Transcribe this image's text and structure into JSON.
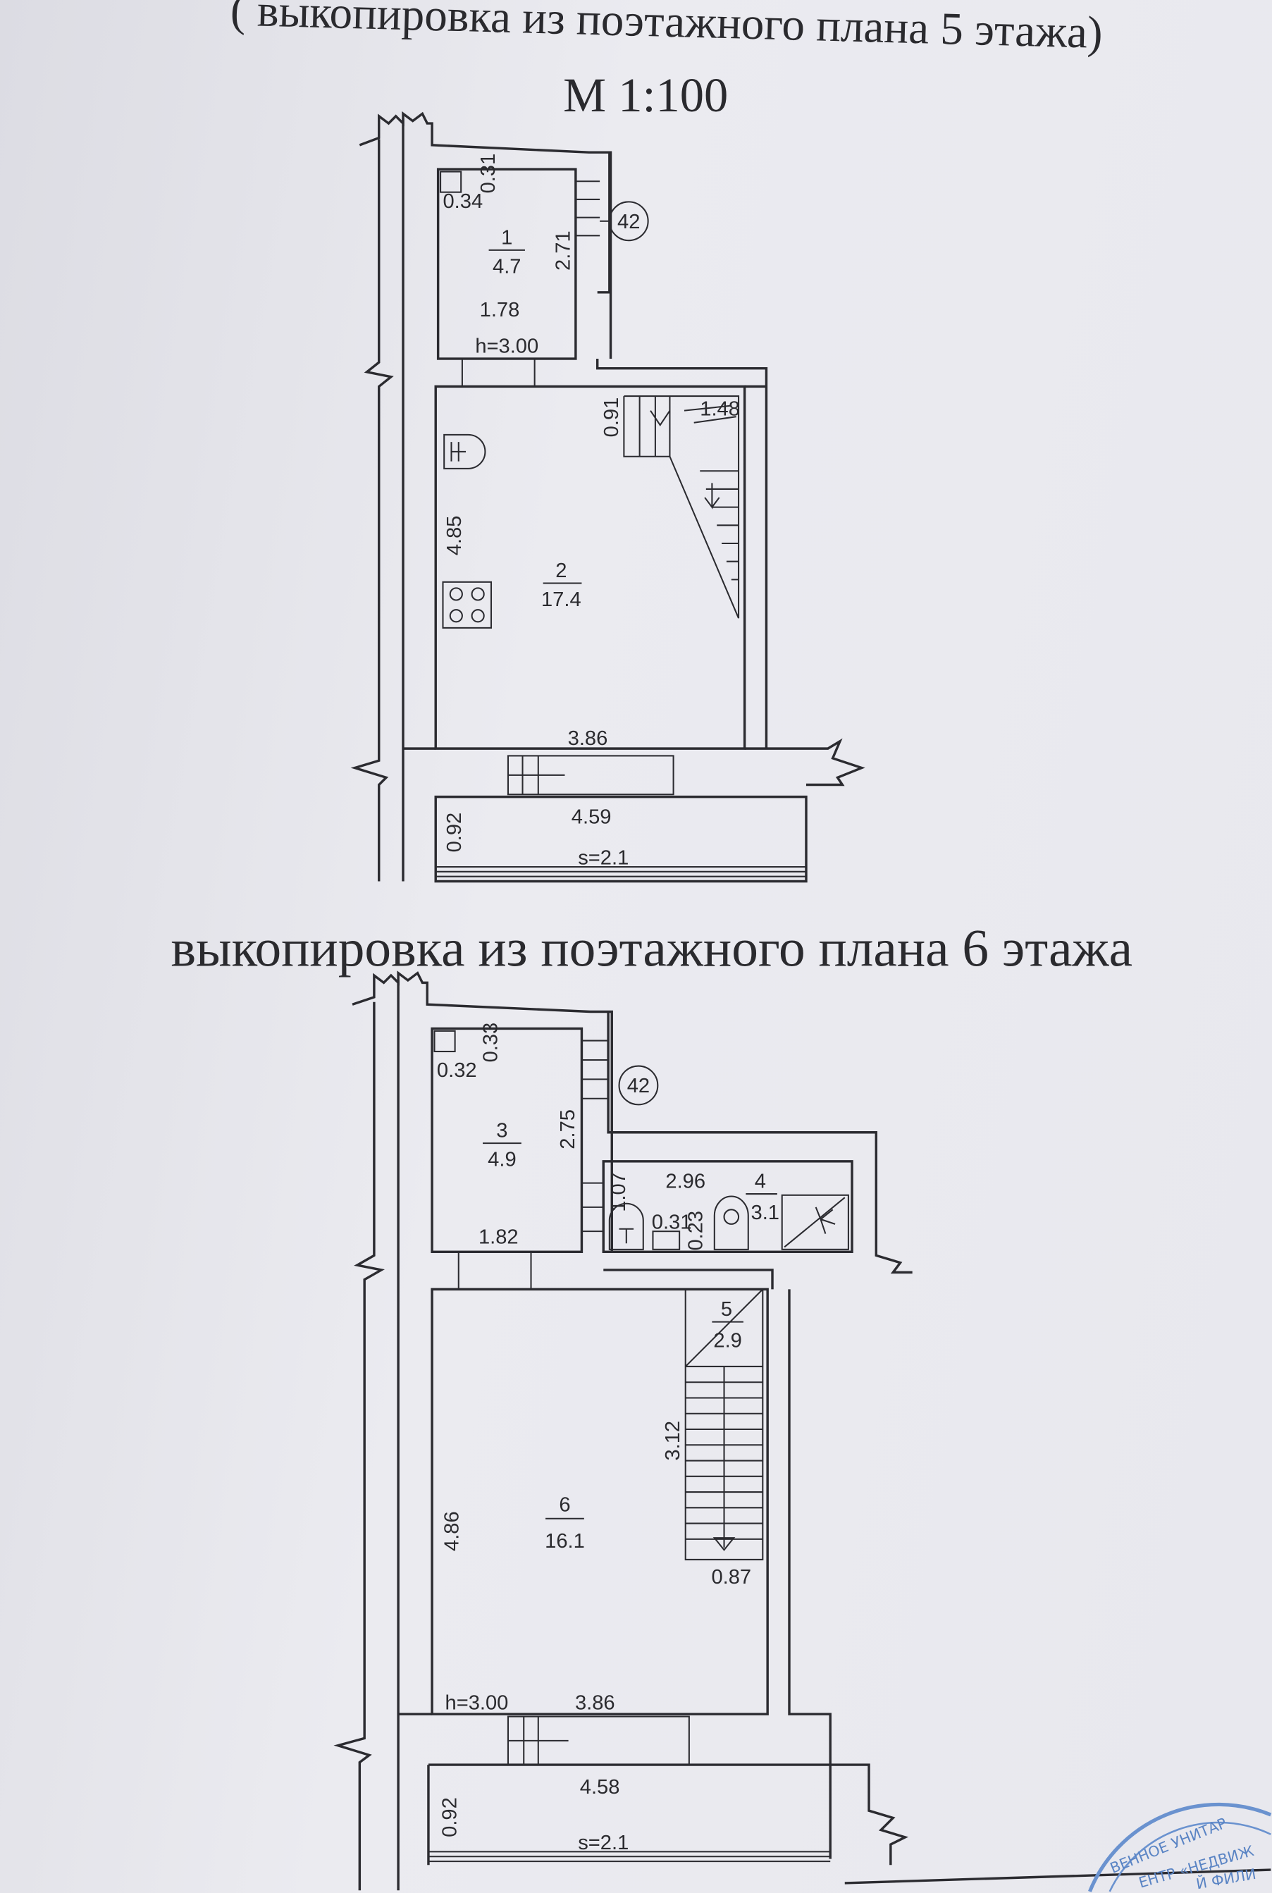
{
  "header": {
    "subtitle_floor5": "( выкопировка из поэтажного плана 5 этажа)",
    "scale": "М 1:100",
    "subtitle_floor6": "выкопировка из поэтажного плана 6 этажа"
  },
  "floor5": {
    "axis_marker": "42",
    "room1": {
      "number": "1",
      "area": "4.7",
      "width": "1.78",
      "length": "2.71",
      "height": "h=3.00",
      "niche_w": "0.34",
      "niche_d": "0.31"
    },
    "room2": {
      "number": "2",
      "area": "17.4",
      "width": "3.86",
      "length": "4.85",
      "stair_w": "0.91",
      "stair_l": "1.48"
    },
    "balcony": {
      "width": "4.59",
      "depth": "0.92",
      "area": "s=2.1"
    }
  },
  "floor6": {
    "axis_marker": "42",
    "room3": {
      "number": "3",
      "area": "4.9",
      "width": "1.82",
      "length": "2.75",
      "niche_w": "0.32",
      "niche_d": "0.33"
    },
    "room4": {
      "number": "4",
      "area": "3.1",
      "width": "2.96",
      "depth": "1.07",
      "dim_a": "0.31",
      "dim_b": "0.23"
    },
    "room5": {
      "number": "5",
      "area": "2.9",
      "length": "3.12",
      "width": "0.87"
    },
    "room6": {
      "number": "6",
      "area": "16.1",
      "width": "3.86",
      "length": "4.86",
      "height": "h=3.00"
    },
    "balcony": {
      "width": "4.58",
      "depth": "0.92",
      "area": "s=2.1"
    }
  },
  "stamp": {
    "line1": "ВЕННОЕ УНИТАР",
    "line2": "ЕНТР «НЕДВИЖ",
    "line3": "Й ФИЛИ"
  }
}
